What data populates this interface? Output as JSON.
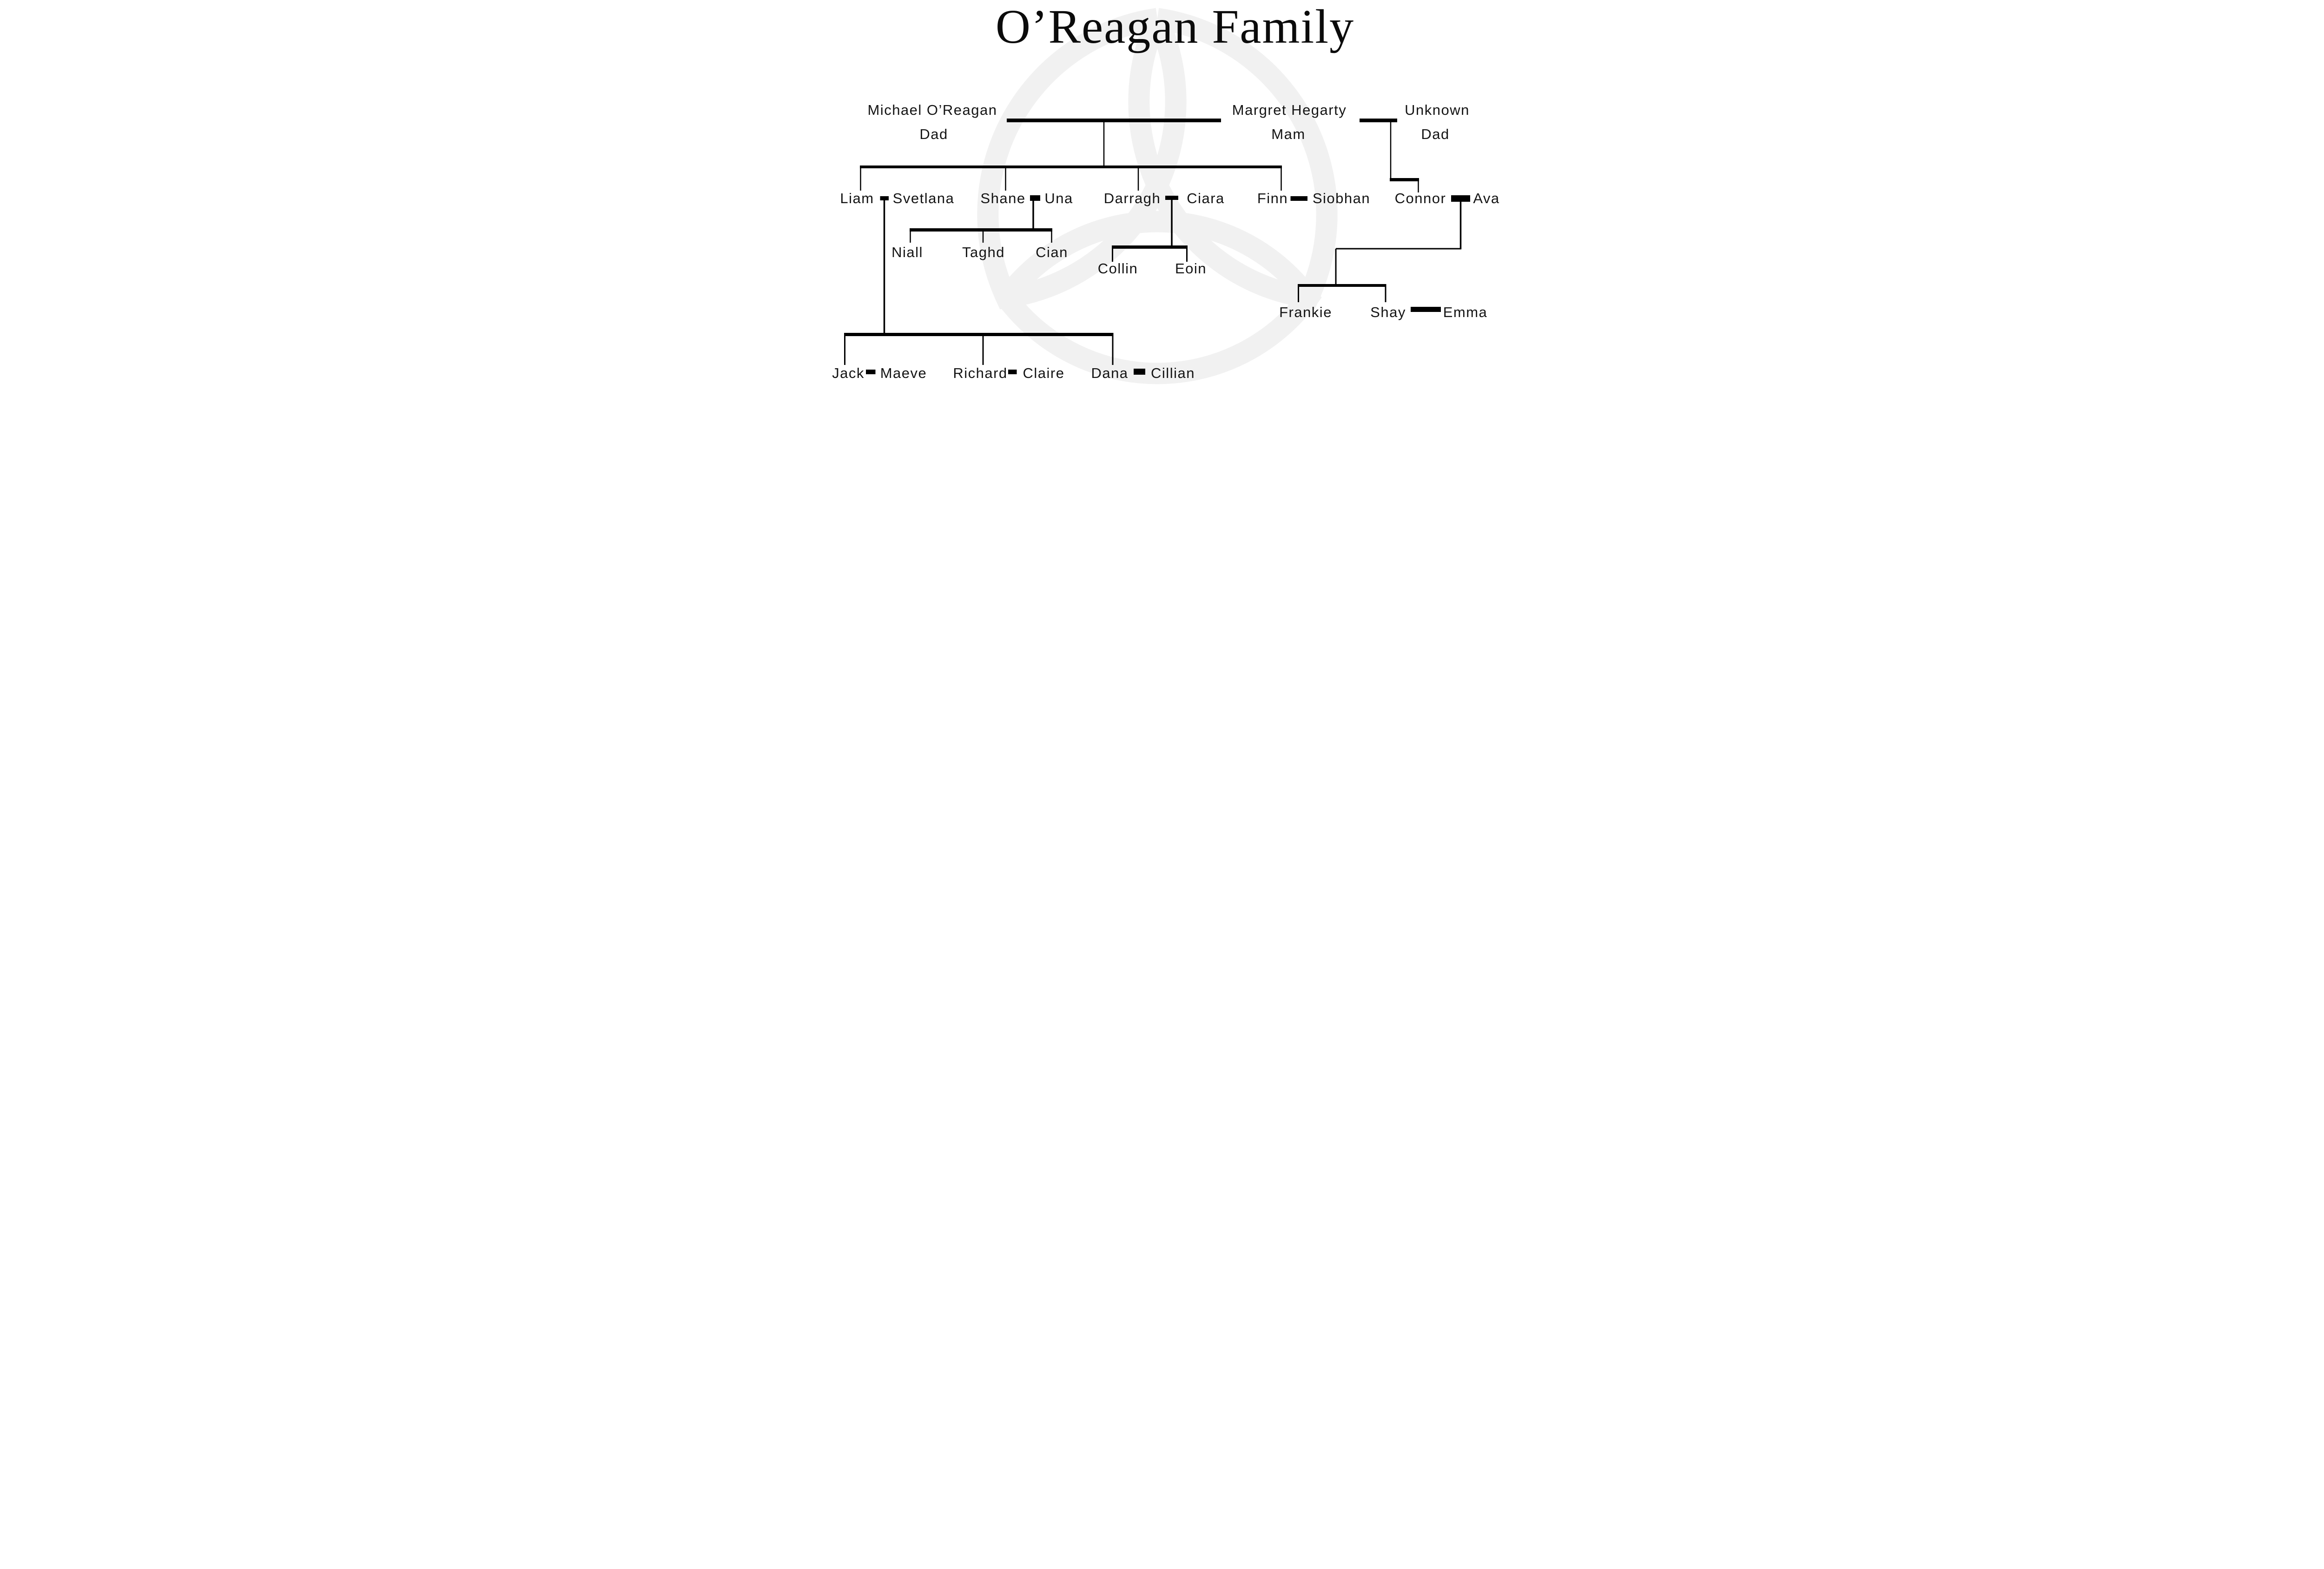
{
  "title": "O’Reagan Family",
  "people": {
    "michael": {
      "name": "Michael O’Reagan",
      "label": "Dad"
    },
    "margret": {
      "name": "Margret Hegarty",
      "label": "Mam"
    },
    "unknown_dad": {
      "name": "Unknown",
      "label": "Dad"
    },
    "liam": {
      "name": "Liam"
    },
    "svetlana": {
      "name": "Svetlana"
    },
    "shane": {
      "name": "Shane"
    },
    "una": {
      "name": "Una"
    },
    "darragh": {
      "name": "Darragh"
    },
    "ciara": {
      "name": "Ciara"
    },
    "finn": {
      "name": "Finn"
    },
    "siobhan": {
      "name": "Siobhan"
    },
    "connor": {
      "name": "Connor"
    },
    "ava": {
      "name": "Ava"
    },
    "niall": {
      "name": "Niall"
    },
    "taghd": {
      "name": "Taghd"
    },
    "cian": {
      "name": "Cian"
    },
    "collin": {
      "name": "Collin"
    },
    "eoin": {
      "name": "Eoin"
    },
    "frankie": {
      "name": "Frankie"
    },
    "shay": {
      "name": "Shay"
    },
    "emma": {
      "name": "Emma"
    },
    "jack": {
      "name": "Jack"
    },
    "maeve": {
      "name": "Maeve"
    },
    "richard": {
      "name": "Richard"
    },
    "claire": {
      "name": "Claire"
    },
    "dana": {
      "name": "Dana"
    },
    "cillian": {
      "name": "Cillian"
    }
  },
  "unions": [
    {
      "partners": [
        "michael",
        "margret"
      ],
      "children": [
        "liam",
        "shane",
        "darragh",
        "finn"
      ]
    },
    {
      "partners": [
        "margret",
        "unknown_dad"
      ],
      "children": [
        "connor"
      ]
    },
    {
      "partners": [
        "liam",
        "svetlana"
      ],
      "children": [
        "jack",
        "richard",
        "dana"
      ]
    },
    {
      "partners": [
        "shane",
        "una"
      ],
      "children": [
        "niall",
        "taghd",
        "cian"
      ]
    },
    {
      "partners": [
        "darragh",
        "ciara"
      ],
      "children": [
        "collin",
        "eoin"
      ]
    },
    {
      "partners": [
        "finn",
        "siobhan"
      ],
      "children": []
    },
    {
      "partners": [
        "connor",
        "ava"
      ],
      "children": [
        "frankie",
        "shay"
      ]
    },
    {
      "partners": [
        "jack",
        "maeve"
      ],
      "children": []
    },
    {
      "partners": [
        "richard",
        "claire"
      ],
      "children": []
    },
    {
      "partners": [
        "dana",
        "cillian"
      ],
      "children": []
    },
    {
      "partners": [
        "shay",
        "emma"
      ],
      "children": []
    }
  ],
  "watermark": "celtic-trinity-knot",
  "colors": {
    "background": "#ffffff",
    "line": "#000000",
    "text": "#141414",
    "watermark": "#f1f1f1"
  }
}
